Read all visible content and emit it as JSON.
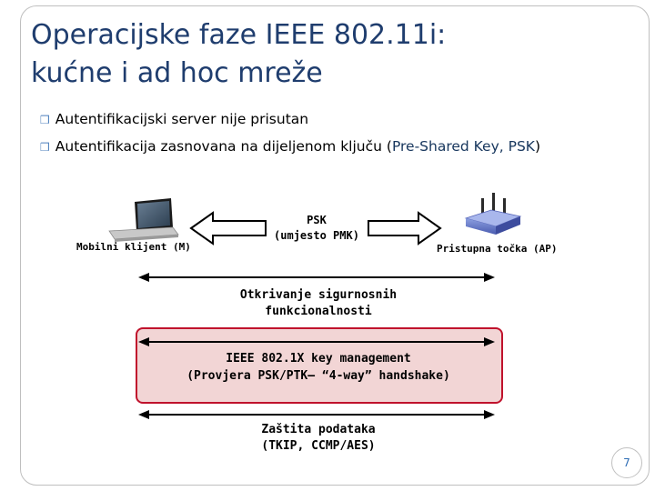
{
  "slide": {
    "title_line1": "Operacijske faze IEEE 802.11i:",
    "title_line2": "kućne i ad hoc mreže",
    "page_number": "7"
  },
  "bullets": [
    {
      "text": "Autentifikacijski server nije prisutan"
    },
    {
      "prefix": "Autentifikacija zasnovana na dijeljenom ključu (",
      "highlight": "Pre-Shared Key, PSK",
      "suffix": ")"
    }
  ],
  "diagram": {
    "client_label": "Mobilni klijent (M)",
    "ap_label": "Pristupna točka (AP)",
    "psk_line1": "PSK",
    "psk_line2": "(umjesto PMK)",
    "discovery_line1": "Otkrivanje sigurnosnih",
    "discovery_line2": "funkcionalnosti",
    "key_mgmt_line1": "IEEE 802.1X key management",
    "key_mgmt_line2": "(Provjera PSK/PTK– “4-way” handshake)",
    "data_line1": "Zaštita podataka",
    "data_line2": "(TKIP, CCMP/AES)",
    "band_color": "#c0122c"
  }
}
